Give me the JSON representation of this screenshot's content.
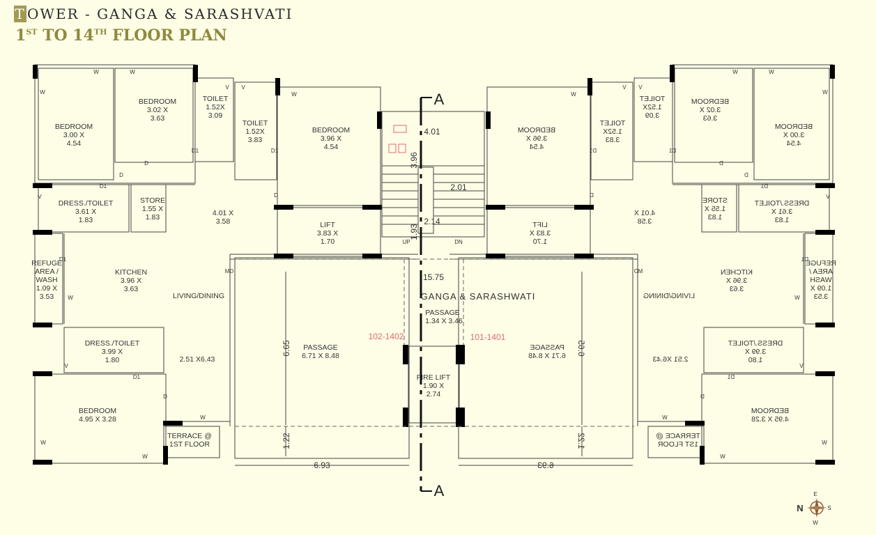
{
  "header": {
    "title_cap": "T",
    "title_rest": "OWER - GANGA & SARASHVATI",
    "floor_start": "1",
    "floor_start_sup": "ST",
    "floor_mid": " TO 14",
    "floor_end_sup": "TH",
    "floor_rest": " FLOOR PLAN"
  },
  "center": {
    "tower_name": "GANGA & SARASHWATI",
    "passage_label": "PASSAGE",
    "passage_dim": "1.34 X 3.46",
    "fire_lift_label": "FIRE LIFT",
    "fire_lift_dim": "1.90 X",
    "fire_lift_dim2": "2.74",
    "unit_left": "102-1402",
    "unit_right": "101-1401",
    "section": "A",
    "up": "UP",
    "dn": "DN"
  },
  "dims": {
    "d401": "4.01",
    "d396": "3.96",
    "d201": "2.01",
    "d214": "2.14",
    "d193": "1.93",
    "d1575": "15.75",
    "d665": "6.65",
    "d122": "1.22",
    "d693": "6.93"
  },
  "rooms": {
    "bedroom": "BEDROOM",
    "bed1": "3.00 X",
    "bed1b": "4.54",
    "bed2": "3.02 X",
    "bed2b": "3.63",
    "toilet": "TOILET",
    "toilet1": "1.52X",
    "toilet1b": "3.09",
    "toilet2": "1.52X",
    "toilet2b": "3.83",
    "bed3": "3.96 X",
    "bed3b": "4.54",
    "dress": "DRESS./TOILET",
    "dress1": "3.61 X",
    "dress1b": "1.83",
    "store": "STORE",
    "store1": "1.55 X",
    "store1b": "1.83",
    "living_dim": "4.01 X",
    "living_dimb": "3.58",
    "lift": "LIFT",
    "lift1": "3.83 X",
    "lift1b": "1.70",
    "refuge": "REFUGE",
    "refuge2": "AREA /",
    "refuge3": "WASH",
    "refuge_dim": "1.09 X",
    "refuge_dimb": "3.53",
    "kitchen": "KITCHEN",
    "kitchen1": "3.96 X",
    "kitchen1b": "3.63",
    "living_dining": "LIVING/DINING",
    "living2": "2.51 X6.43",
    "dress2": "3.99 X",
    "dress2b": "1.80",
    "bed4": "4.95 X 3.28",
    "passage": "PASSAGE",
    "passage_big": "6.71 X 8.48",
    "terrace": "TERRACE @",
    "terrace2": "1ST FLOOR"
  },
  "marks": {
    "w": "W",
    "v": "V",
    "d": "D",
    "d1": "D1",
    "md": "MD"
  },
  "compass": {
    "n": "N",
    "e": "E",
    "s": "S",
    "w": "W"
  }
}
